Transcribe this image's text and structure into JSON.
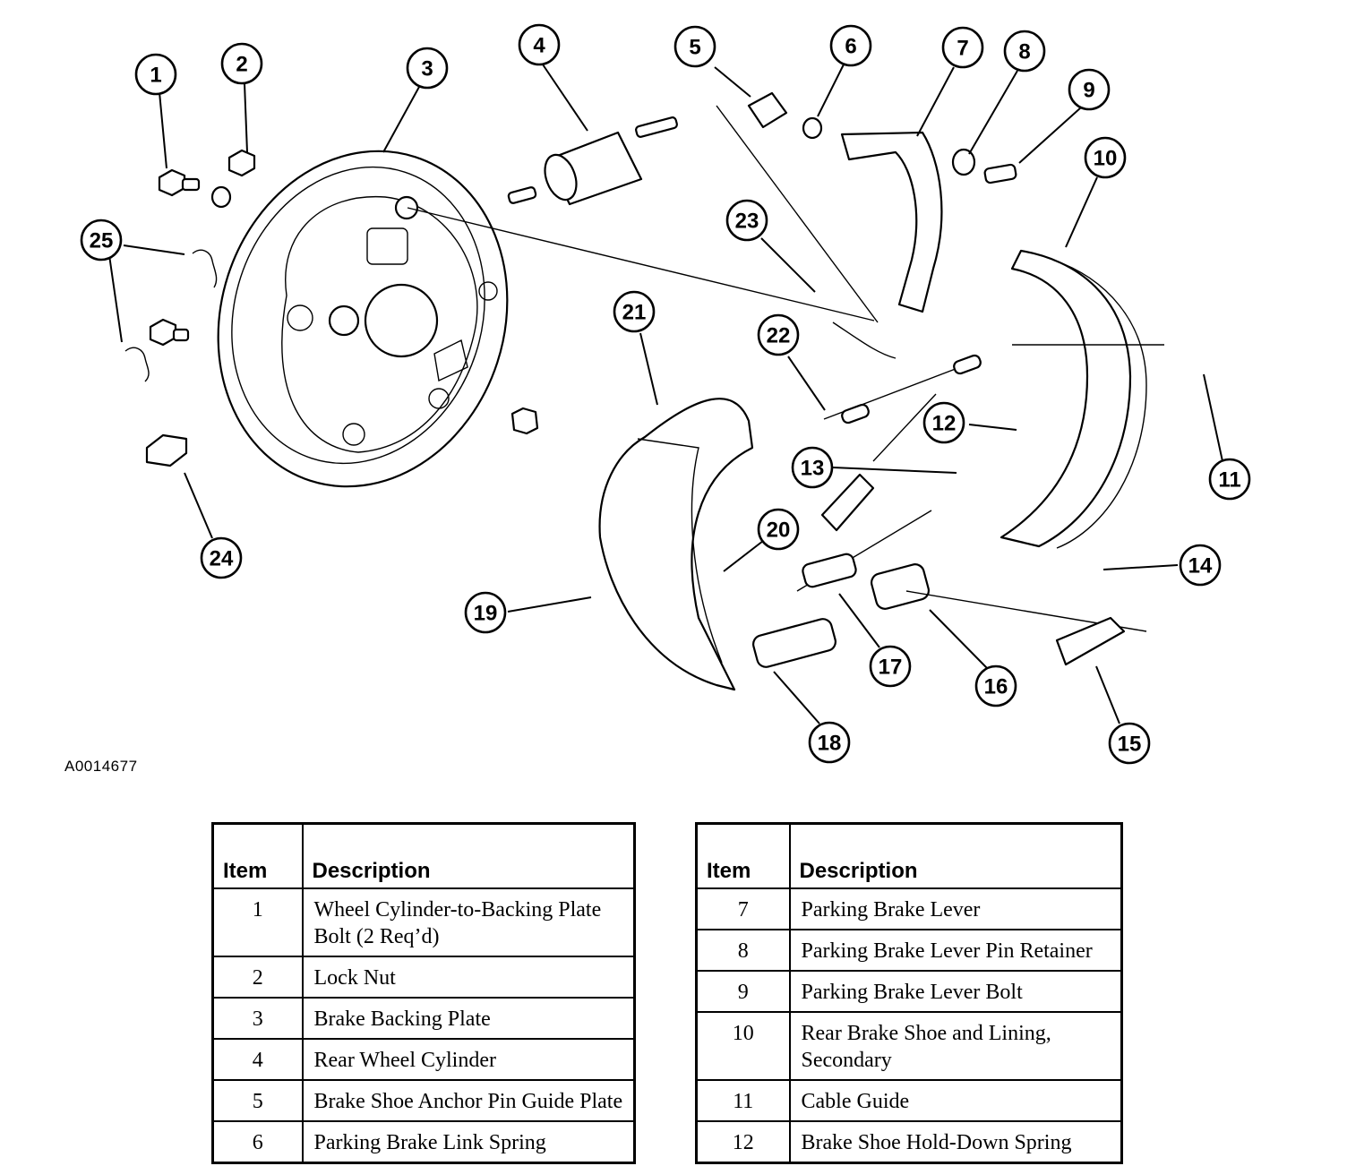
{
  "figure_id": "A0014677",
  "callouts": [
    "1",
    "2",
    "3",
    "4",
    "5",
    "6",
    "7",
    "8",
    "9",
    "10",
    "11",
    "12",
    "13",
    "14",
    "15",
    "16",
    "17",
    "18",
    "19",
    "20",
    "21",
    "22",
    "23",
    "24",
    "25"
  ],
  "table_headers": {
    "item": "Item",
    "description": "Description"
  },
  "legend_left": [
    {
      "item": "1",
      "description": "Wheel Cylinder-to-Backing Plate Bolt (2 Req’d)"
    },
    {
      "item": "2",
      "description": "Lock Nut"
    },
    {
      "item": "3",
      "description": "Brake Backing Plate"
    },
    {
      "item": "4",
      "description": "Rear Wheel Cylinder"
    },
    {
      "item": "5",
      "description": "Brake Shoe Anchor Pin Guide Plate"
    },
    {
      "item": "6",
      "description": "Parking Brake Link Spring"
    }
  ],
  "legend_right": [
    {
      "item": "7",
      "description": "Parking Brake Lever"
    },
    {
      "item": "8",
      "description": "Parking Brake Lever Pin Retainer"
    },
    {
      "item": "9",
      "description": "Parking Brake Lever Bolt"
    },
    {
      "item": "10",
      "description": "Rear Brake Shoe and Lining, Secondary"
    },
    {
      "item": "11",
      "description": "Cable Guide"
    },
    {
      "item": "12",
      "description": "Brake Shoe Hold-Down Spring"
    }
  ]
}
